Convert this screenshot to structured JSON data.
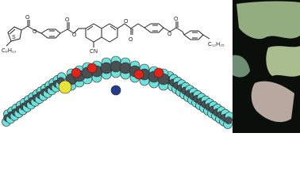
{
  "structure": {
    "labels": {
      "left_chain": "C₆H₁₃",
      "right_chain": "C₁₂H₂₅",
      "nitrile": "CN",
      "thiophene_atom": "S",
      "oxygen": "O"
    }
  },
  "spacefill": {
    "atom_colors": {
      "hydrogen": "#6fe0da",
      "carbon": "#4a4f51",
      "oxygen": "#e2231a",
      "sulfur": "#e8e43a",
      "nitrogen": "#243a8e"
    }
  },
  "micrograph": {
    "description_colors": [
      "#0b0f0c",
      "#c9d48a",
      "#7db58f",
      "#e6c3c9",
      "#5c7f6a"
    ]
  }
}
